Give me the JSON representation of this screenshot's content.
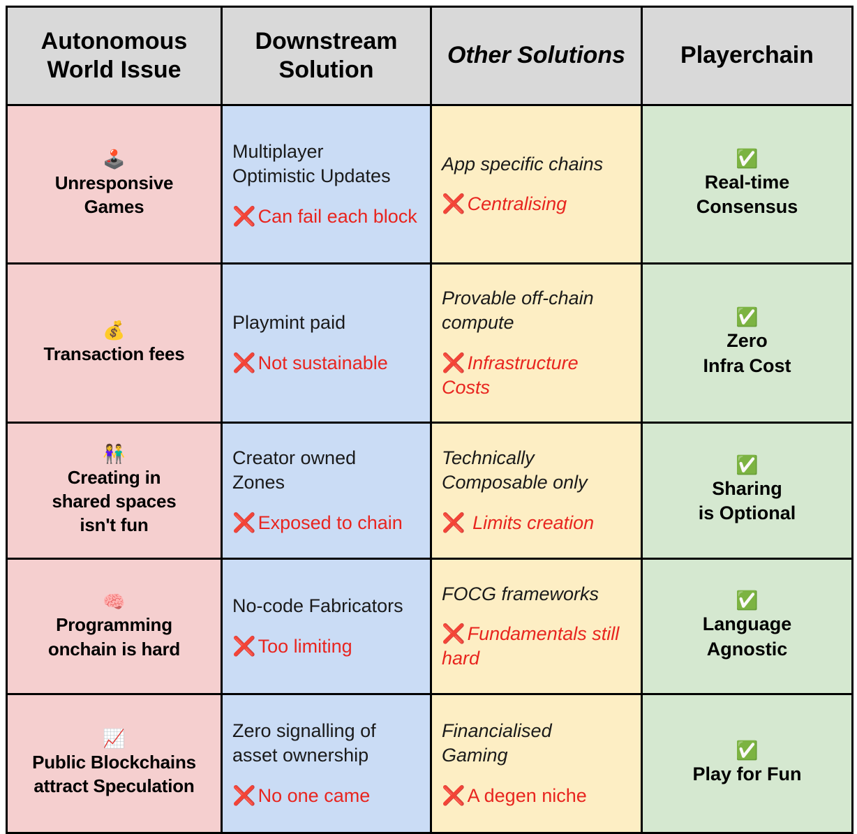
{
  "table": {
    "headers": [
      {
        "label": "Autonomous\nWorld Issue",
        "style": "bold"
      },
      {
        "label": "Downstream\nSolution",
        "style": "bold"
      },
      {
        "label": "Other Solutions",
        "style": "bold-italic"
      },
      {
        "label": "Playerchain",
        "style": "bold"
      }
    ],
    "colors": {
      "header_bg": "#d9d9d9",
      "issue_bg": "#f5cfcf",
      "downstream_bg": "#cadcf5",
      "other_bg": "#fdeec4",
      "player_bg": "#d5e8d0",
      "con_text": "#e8251f",
      "border": "#000000"
    },
    "icons": {
      "cross": "❌",
      "check": "✅"
    },
    "rows": [
      {
        "issue": {
          "icon": "joystick-emoji",
          "glyph": "🕹️",
          "text": "Unresponsive\nGames"
        },
        "downstream": {
          "main": "Multiplayer\nOptimistic Updates",
          "con": "Can fail each block"
        },
        "other": {
          "main": "App specific chains",
          "con": "Centralising",
          "con_italic": true
        },
        "player": {
          "icon": "check-mark-button-emoji",
          "glyph": "✅",
          "text": "Real-time\nConsensus"
        }
      },
      {
        "issue": {
          "icon": "money-bag-emoji",
          "glyph": "💰",
          "text": "Transaction fees"
        },
        "downstream": {
          "main": "Playmint paid",
          "con": "Not sustainable"
        },
        "other": {
          "main": "Provable off-chain compute",
          "con": "Infrastructure Costs",
          "con_italic": true
        },
        "player": {
          "icon": "check-mark-button-emoji",
          "glyph": "✅",
          "text": "Zero\nInfra Cost"
        }
      },
      {
        "issue": {
          "icon": "man-and-woman-holding-hands-emoji",
          "glyph": "👫",
          "text": "Creating in\nshared spaces\nisn't fun"
        },
        "downstream": {
          "main": "Creator owned\nZones",
          "con": "Exposed to chain"
        },
        "other": {
          "main": "Technically\nComposable only",
          "con": " Limits creation",
          "con_italic": true
        },
        "player": {
          "icon": "check-mark-button-emoji",
          "glyph": "✅",
          "text": "Sharing\nis Optional"
        }
      },
      {
        "issue": {
          "icon": "brain-emoji",
          "glyph": "🧠",
          "text": "Programming\nonchain is hard"
        },
        "downstream": {
          "main": "No-code Fabricators",
          "con": "Too limiting"
        },
        "other": {
          "main": "FOCG frameworks",
          "con": "Fundamentals still hard",
          "con_italic": true
        },
        "player": {
          "icon": "check-mark-button-emoji",
          "glyph": "✅",
          "text": "Language\nAgnostic"
        }
      },
      {
        "issue": {
          "icon": "chart-increasing-emoji",
          "glyph": "📈",
          "text": "Public Blockchains\nattract Speculation"
        },
        "downstream": {
          "main": "Zero signalling of\nasset ownership",
          "con": "No one came"
        },
        "other": {
          "main": "Financialised\nGaming",
          "con": "A degen niche",
          "con_italic": false
        },
        "player": {
          "icon": "check-mark-button-emoji",
          "glyph": "✅",
          "text": "Play for Fun"
        }
      }
    ]
  }
}
